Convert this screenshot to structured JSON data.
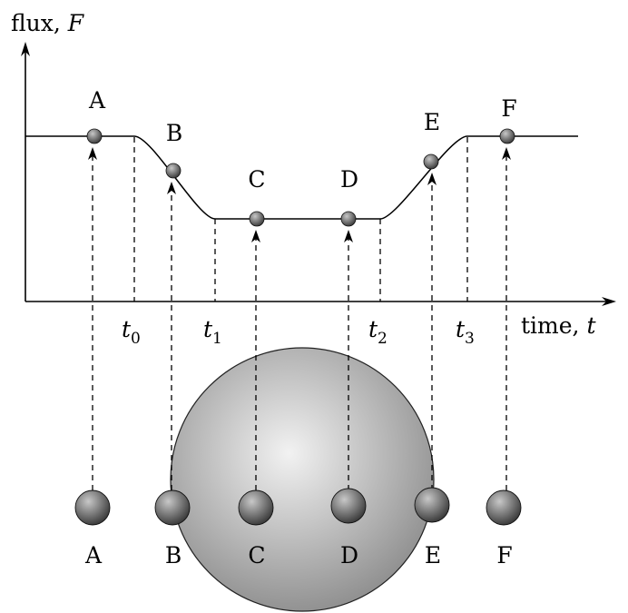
{
  "y_axis_label_text": "flux, ",
  "y_axis_label_var": "F",
  "x_axis_label_text": "time, ",
  "x_axis_label_var": "t",
  "time_marks": [
    {
      "main": "t",
      "sub": "0"
    },
    {
      "main": "t",
      "sub": "1"
    },
    {
      "main": "t",
      "sub": "2"
    },
    {
      "main": "t",
      "sub": "3"
    }
  ],
  "curve_points": [
    "A",
    "B",
    "C",
    "D",
    "E",
    "F"
  ],
  "planet_labels": [
    "A",
    "B",
    "C",
    "D",
    "E",
    "F"
  ],
  "colors": {
    "line": "#000000",
    "planet_light": "#c8c8c8",
    "planet_dark": "#3a3a3a",
    "star_light": "#f2f2f2",
    "star_dark": "#8a8a8a"
  }
}
